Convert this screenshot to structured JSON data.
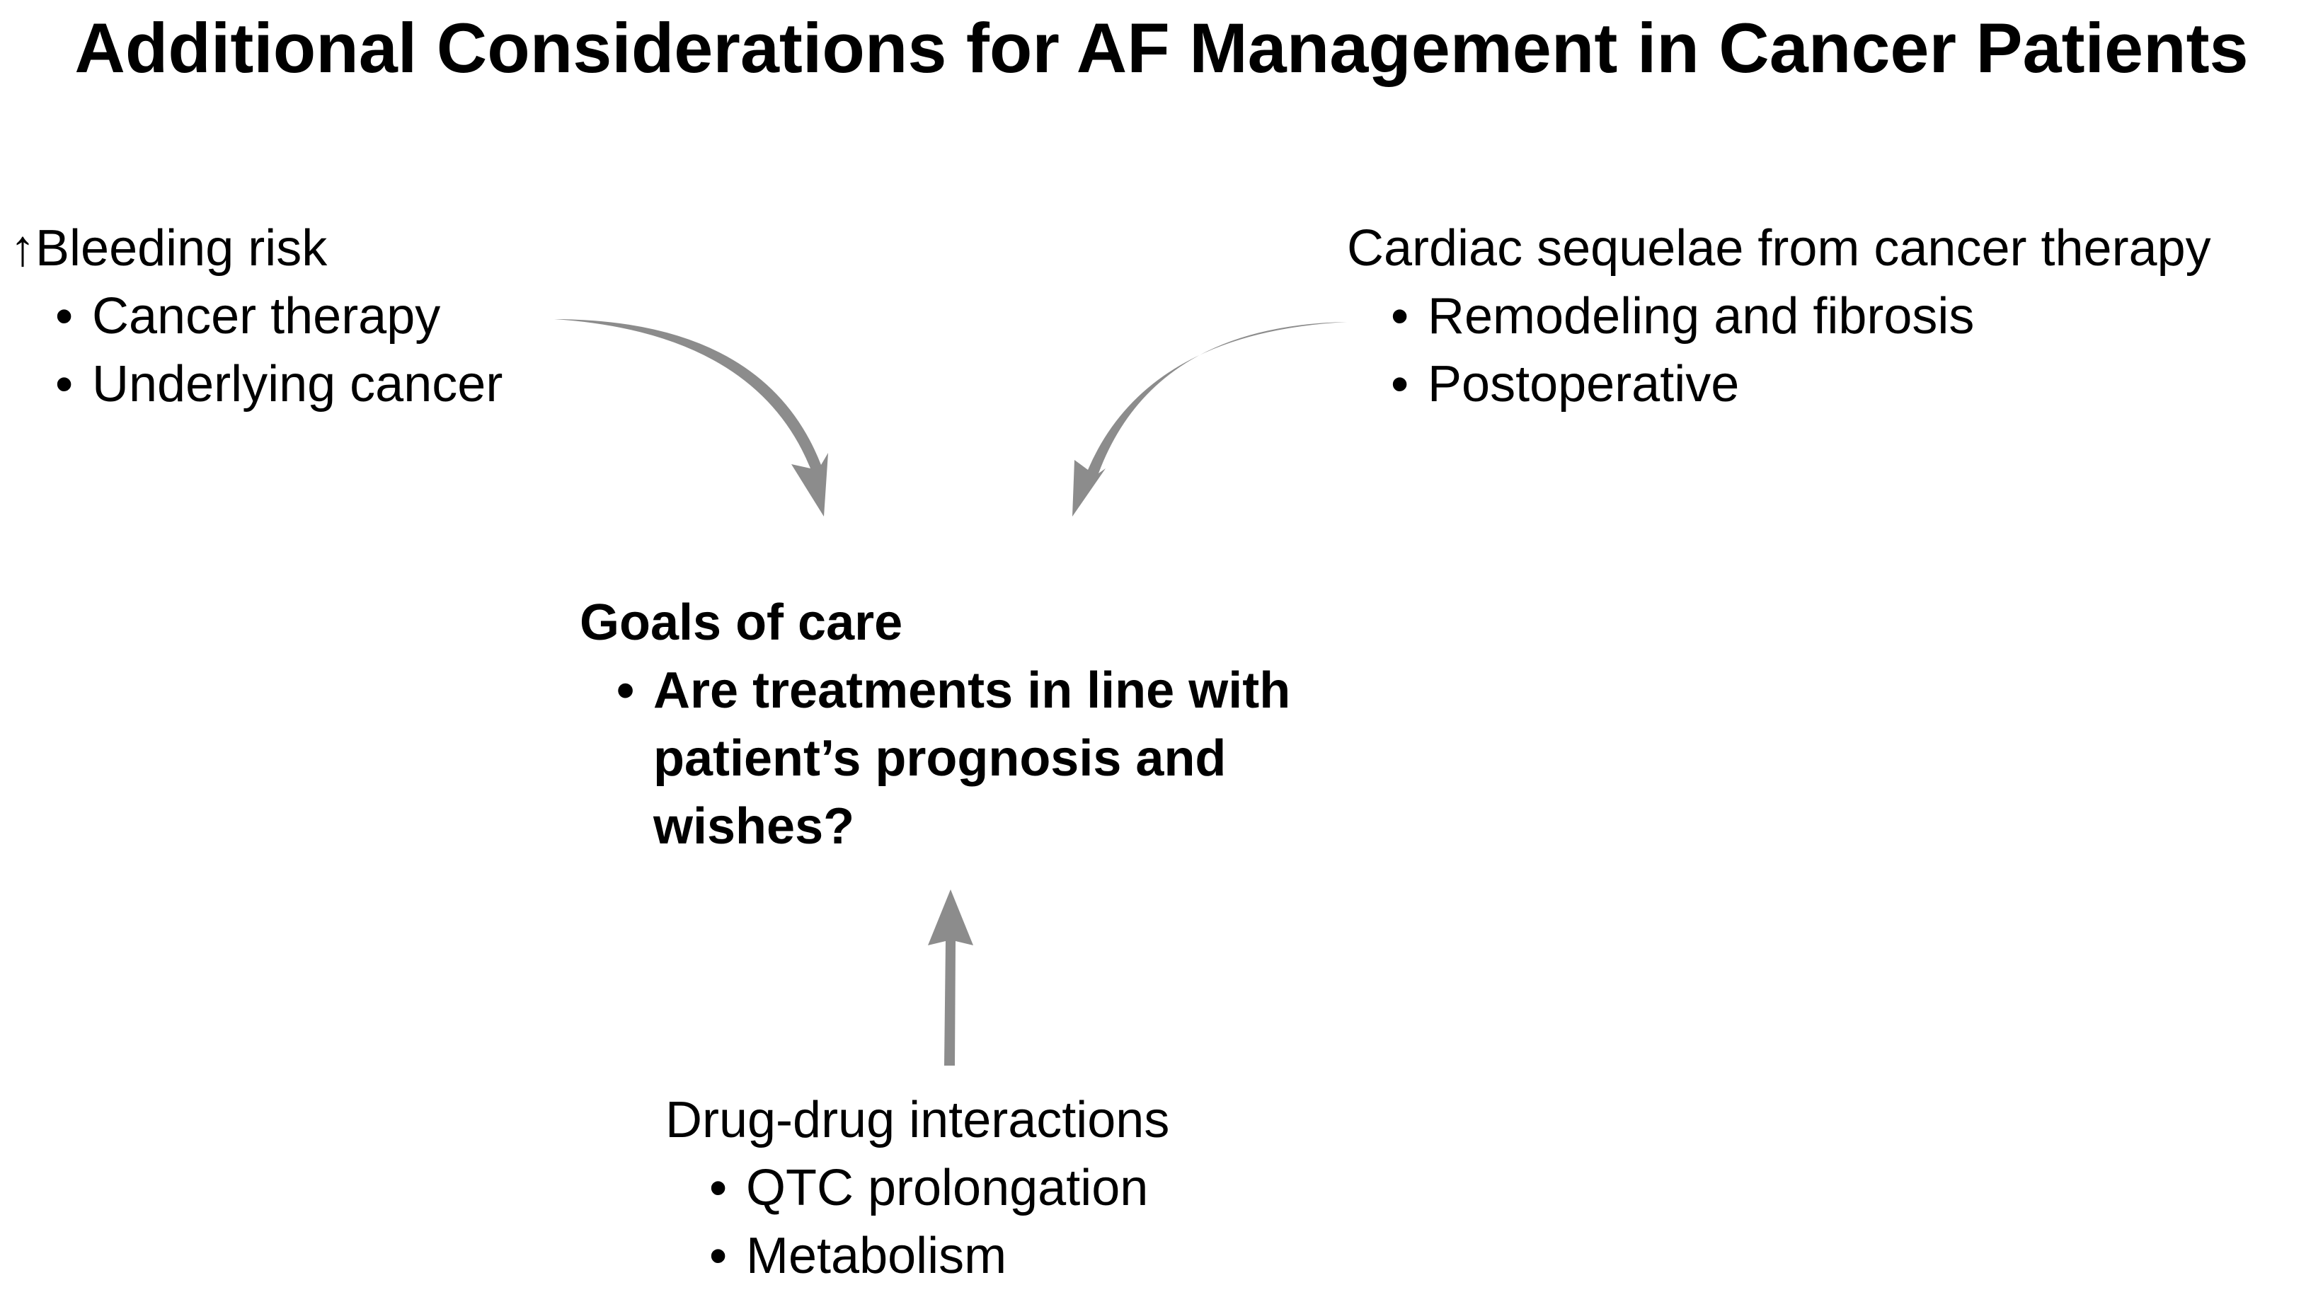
{
  "title": "Additional Considerations for AF Management in Cancer Patients",
  "bleeding": {
    "heading": "↑Bleeding risk",
    "items": [
      "Cancer therapy",
      "Underlying cancer"
    ]
  },
  "cardiac": {
    "heading": "Cardiac sequelae from cancer therapy",
    "items": [
      "Remodeling and fibrosis",
      "Postoperative"
    ]
  },
  "goals": {
    "heading": "Goals of care",
    "items": [
      "Are treatments in line with patient’s prognosis and wishes?"
    ]
  },
  "drug": {
    "heading": "Drug-drug interactions",
    "items": [
      "QTC prolongation",
      "Metabolism"
    ]
  },
  "colors": {
    "arrow": "#8c8c8c",
    "text": "#000000",
    "background": "#ffffff"
  }
}
